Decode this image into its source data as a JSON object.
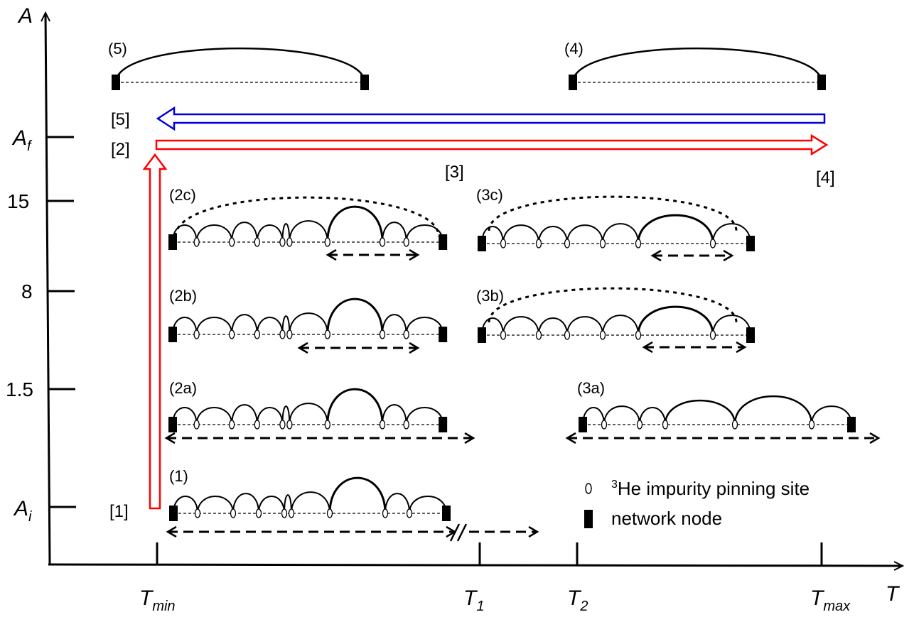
{
  "axes": {
    "y_symbol": "A",
    "x_symbol": "T",
    "y_ticks": [
      {
        "id": "af",
        "main": "A",
        "sub": "f"
      },
      {
        "id": "15",
        "main": "15"
      },
      {
        "id": "8",
        "main": "8"
      },
      {
        "id": "1.5",
        "main": "1.5"
      },
      {
        "id": "ai",
        "main": "A",
        "sub": "i"
      }
    ],
    "x_ticks": [
      {
        "id": "tmin",
        "main": "T",
        "sub": "min"
      },
      {
        "id": "t1",
        "main": "T",
        "sub": "1"
      },
      {
        "id": "t2",
        "main": "T",
        "sub": "2"
      },
      {
        "id": "tmax",
        "main": "T",
        "sub": "max"
      }
    ]
  },
  "panels": {
    "p1": "(1)",
    "p2a": "(2a)",
    "p2b": "(2b)",
    "p2c": "(2c)",
    "p3a": "(3a)",
    "p3b": "(3b)",
    "p3c": "(3c)",
    "p4": "(4)",
    "p5": "(5)"
  },
  "path_points": {
    "s1": "[1]",
    "s2": "[2]",
    "s3": "[3]",
    "s4": "[4]",
    "s5": "[5]"
  },
  "legend": {
    "impurity_sup": "3",
    "impurity_text": "He impurity pinning site",
    "node_text": "network node"
  },
  "colors": {
    "heat_arrow": "#ff0000",
    "cool_arrow": "#0000dd",
    "ink": "#000000"
  }
}
